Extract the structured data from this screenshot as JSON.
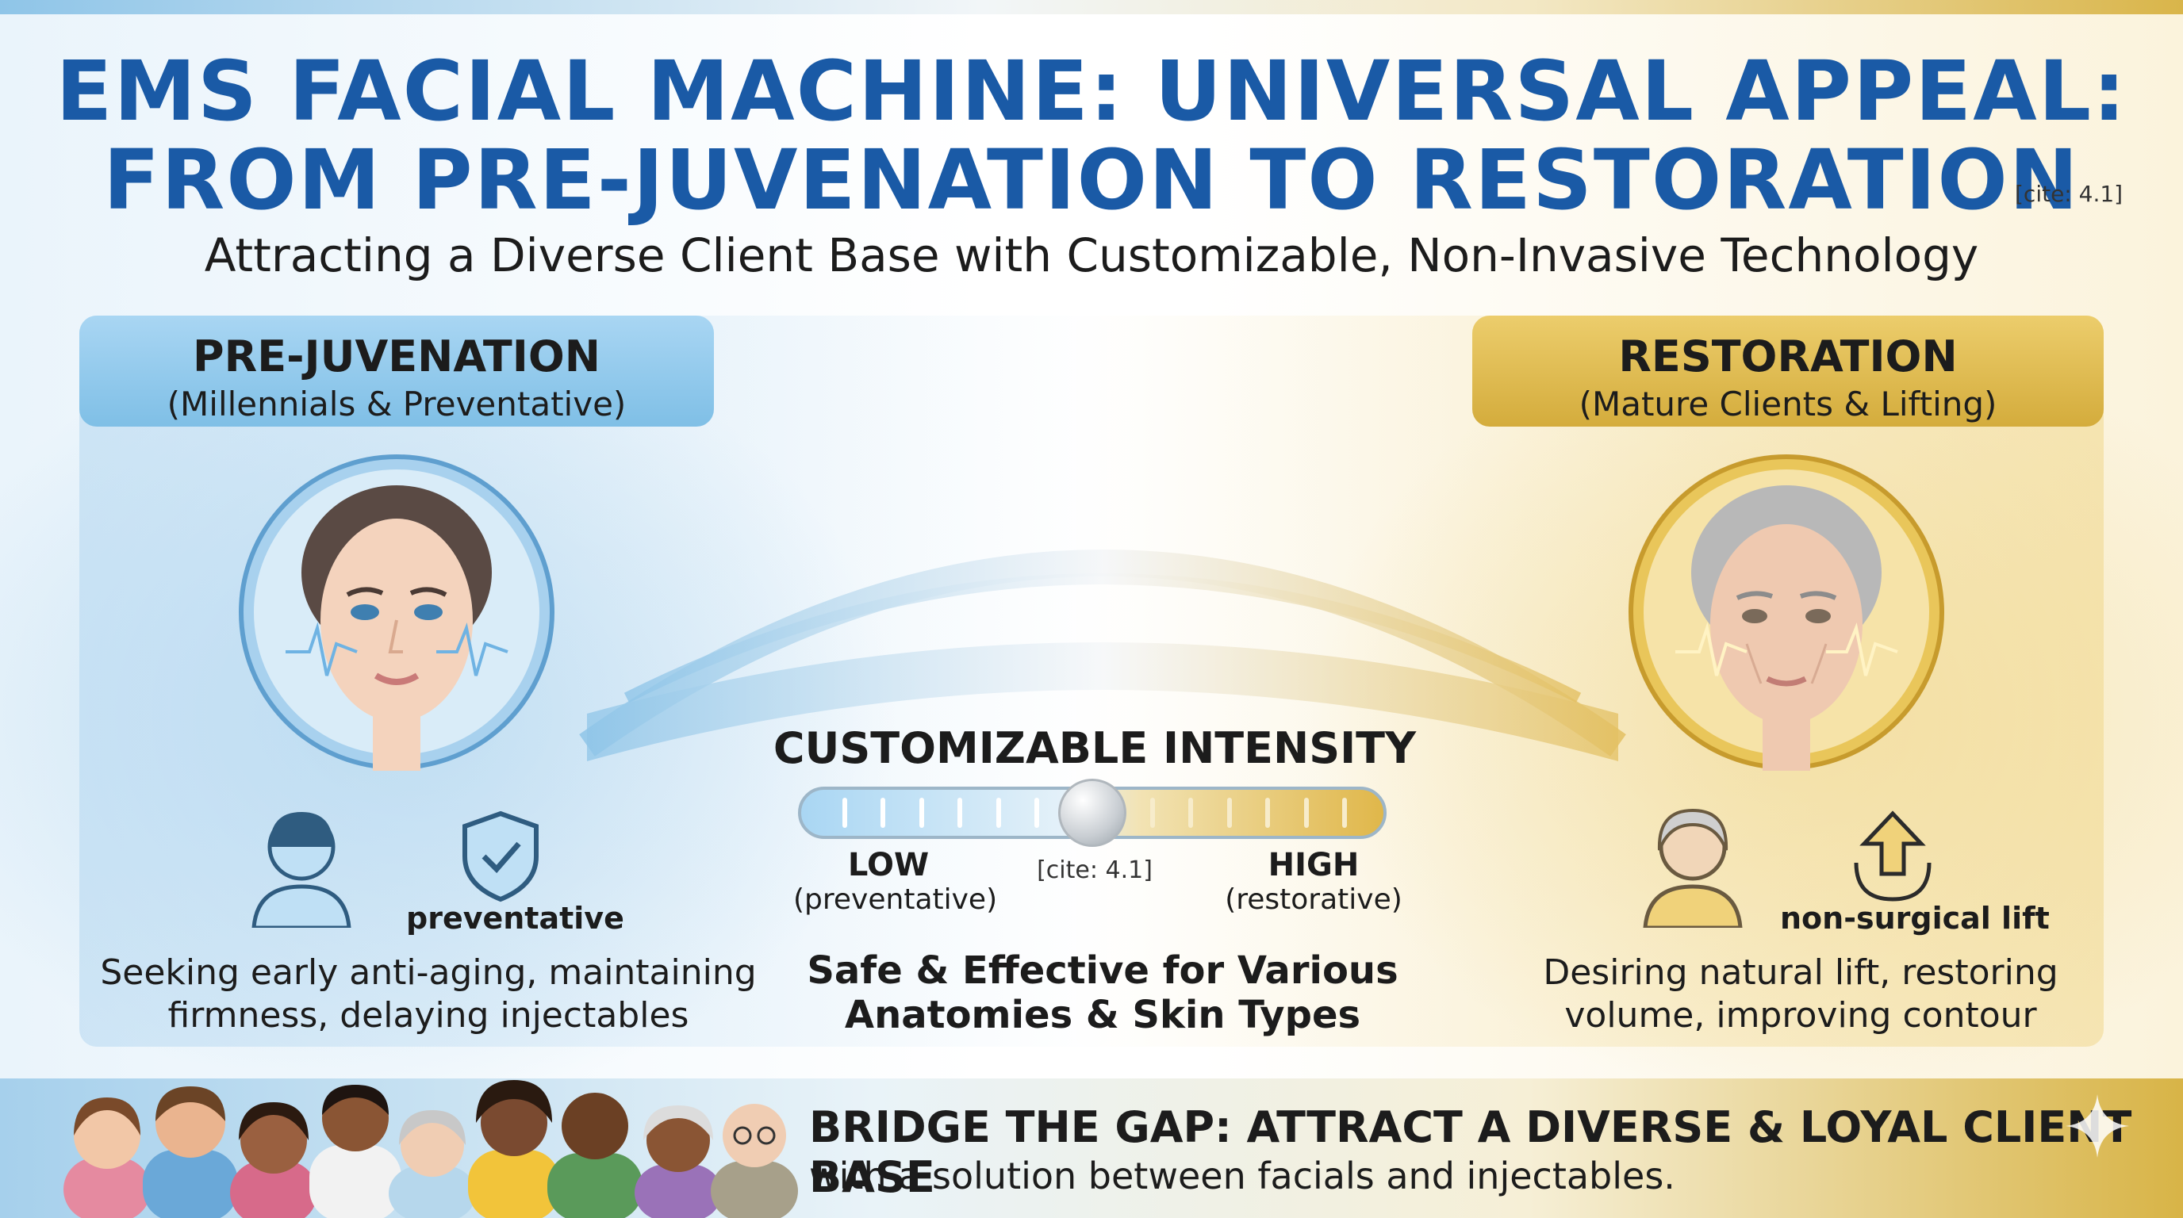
{
  "header": {
    "title_line1": "EMS FACIAL MACHINE: UNIVERSAL APPEAL:",
    "title_line2": "FROM PRE-JUVENATION TO RESTORATION",
    "title_cite": "[cite: 4.1]",
    "subtitle": "Attracting a Diverse Client Base with Customizable, Non-Invasive Technology"
  },
  "left": {
    "heading": "PRE-JUVENATION",
    "subheading": "(Millennials & Preventative)",
    "icon_label": "preventative",
    "description_line1": "Seeking early anti-aging, maintaining",
    "description_line2": "firmness, delaying injectables",
    "icons": [
      "young-woman-face-icon",
      "young-person-icon",
      "shield-check-icon"
    ]
  },
  "right": {
    "heading": "RESTORATION",
    "subheading": "(Mature Clients & Lifting)",
    "icon_label": "non-surgical lift",
    "description_line1": "Desiring natural lift, restoring",
    "description_line2": "volume, improving contour",
    "icons": [
      "mature-woman-face-icon",
      "elderly-person-icon",
      "lift-arrow-icon"
    ]
  },
  "intensity": {
    "title": "CUSTOMIZABLE INTENSITY",
    "low_label": "LOW",
    "low_sub": "(preventative)",
    "high_label": "HIGH",
    "high_sub": "(restorative)",
    "cite": "[cite: 4.1]",
    "level": 0.5,
    "safe_line1": "Safe & Effective for Various",
    "safe_line2": "Anatomies & Skin Types"
  },
  "footer": {
    "heading": "BRIDGE THE GAP: ATTRACT A DIVERSE & LOYAL CLIENT BASE",
    "subtext": "with a solution between facials and injectables."
  },
  "colors": {
    "title_blue": "#1a5aa6",
    "left_accent": "#7fbfe6",
    "right_accent": "#d4ac3c"
  }
}
